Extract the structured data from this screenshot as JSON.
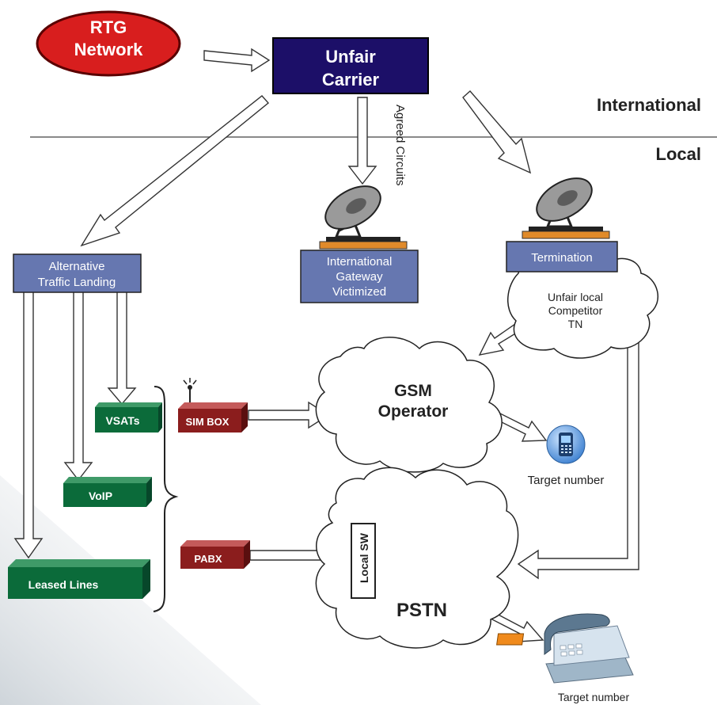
{
  "labels": {
    "rtg_line1": "RTG",
    "rtg_line2": "Network",
    "carrier_line1": "Unfair",
    "carrier_line2": "Carrier",
    "international": "International",
    "local": "Local",
    "agreed_circuits": "Agreed Circuits",
    "alt_line1": "Alternative",
    "alt_line2": "Traffic Landing",
    "igw_line1": "International",
    "igw_line2": "Gateway",
    "igw_line3": "Victimized",
    "termination": "Termination",
    "competitor_line1": "Unfair local",
    "competitor_line2": "Competitor",
    "competitor_line3": "TN",
    "gsm_line1": "GSM",
    "gsm_line2": "Operator",
    "vsats": "VSATs",
    "simbox": "SIM BOX",
    "voip": "VoIP",
    "pabx": "PABX",
    "leased": "Leased Lines",
    "local_sw": "Local SW",
    "pstn": "PSTN",
    "target_mobile": "Target number",
    "target_phone": "Target number"
  },
  "icons": {
    "dish_gateway": "satellite-dish-icon",
    "dish_termination": "satellite-dish-icon",
    "antenna": "antenna-icon",
    "mobile": "mobile-phone-icon",
    "desk_phone": "desk-phone-icon"
  },
  "colors": {
    "rtg_fill": "#d81e1e",
    "carrier_fill": "#1c0f68",
    "blue_box": "#6677b0",
    "green_box": "#0b6b3a",
    "red_box": "#8b1d1d",
    "divider": "#888888"
  }
}
